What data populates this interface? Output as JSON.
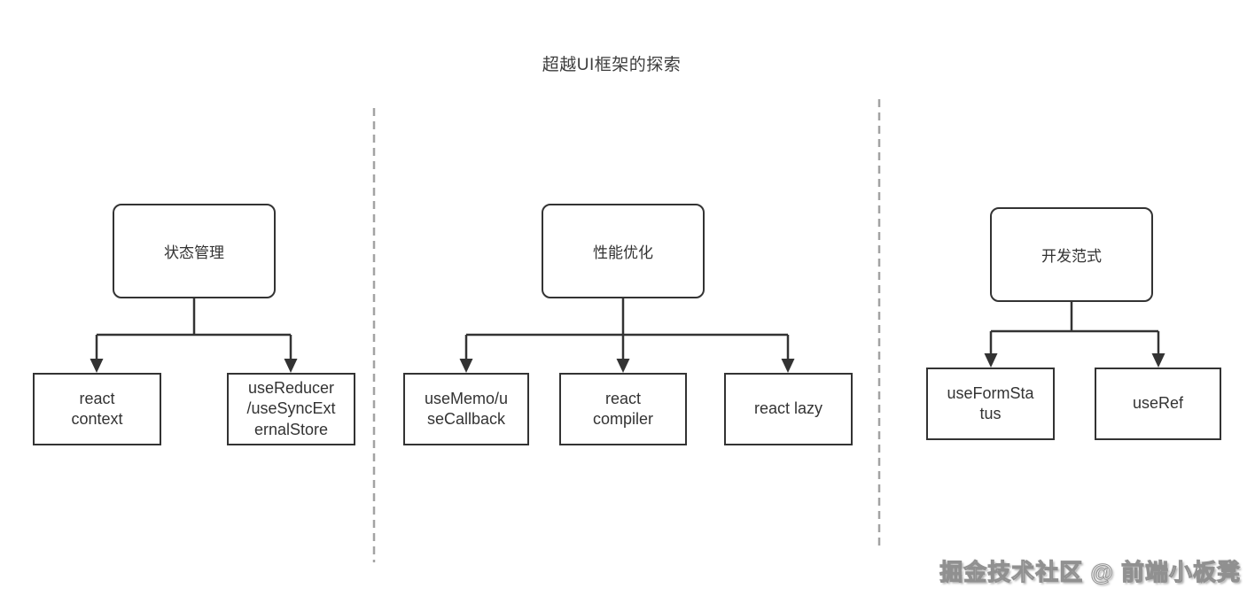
{
  "page": {
    "title": "超越UI框架的探索"
  },
  "watermark": {
    "text": "掘金技术社区 @ 前端小板凳"
  },
  "colors": {
    "background": "#ffffff",
    "box_border": "#333333",
    "connector_line": "#333333",
    "text": "#333333",
    "divider_dashed": "#a3a3a3",
    "watermark_fill": "#fbfbfb",
    "watermark_outline": "#909090"
  },
  "diagram": {
    "type": "tree",
    "sections": [
      {
        "name": "state-management",
        "parent": {
          "label": "状态管理"
        },
        "children": [
          {
            "label": "react\ncontext"
          },
          {
            "label": "useReducer\n/useSyncExt\nernalStore"
          }
        ]
      },
      {
        "name": "performance-optimization",
        "parent": {
          "label": "性能优化"
        },
        "children": [
          {
            "label": "useMemo/u\nseCallback"
          },
          {
            "label": "react\ncompiler"
          },
          {
            "label": "react lazy"
          }
        ]
      },
      {
        "name": "development-paradigm",
        "parent": {
          "label": "开发范式"
        },
        "children": [
          {
            "label": "useFormSta\ntus"
          },
          {
            "label": "useRef"
          }
        ]
      }
    ]
  }
}
